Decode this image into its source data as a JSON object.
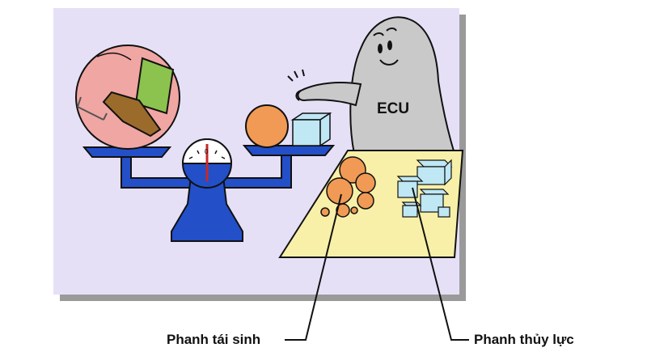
{
  "illustration": {
    "robot_label": "ECU",
    "callouts": {
      "regenerative": "Phanh tái sinh",
      "hydraulic": "Phanh thủy lực"
    },
    "gauge_ticks": [
      "0"
    ]
  },
  "colors": {
    "panel_bg": "#e6e0f7",
    "panel_shadow": "#9a9a9a",
    "robot": "#c9c9c9",
    "scale_blue": "#2350c8",
    "table_yellow": "#f8f0a8",
    "orange_ball": "#f09a55",
    "ice_cube": "#bfe7f4",
    "foot_circle": "#f0a6a3",
    "leg_green": "#8cc24e",
    "shoe_brown": "#9b6b2b"
  }
}
